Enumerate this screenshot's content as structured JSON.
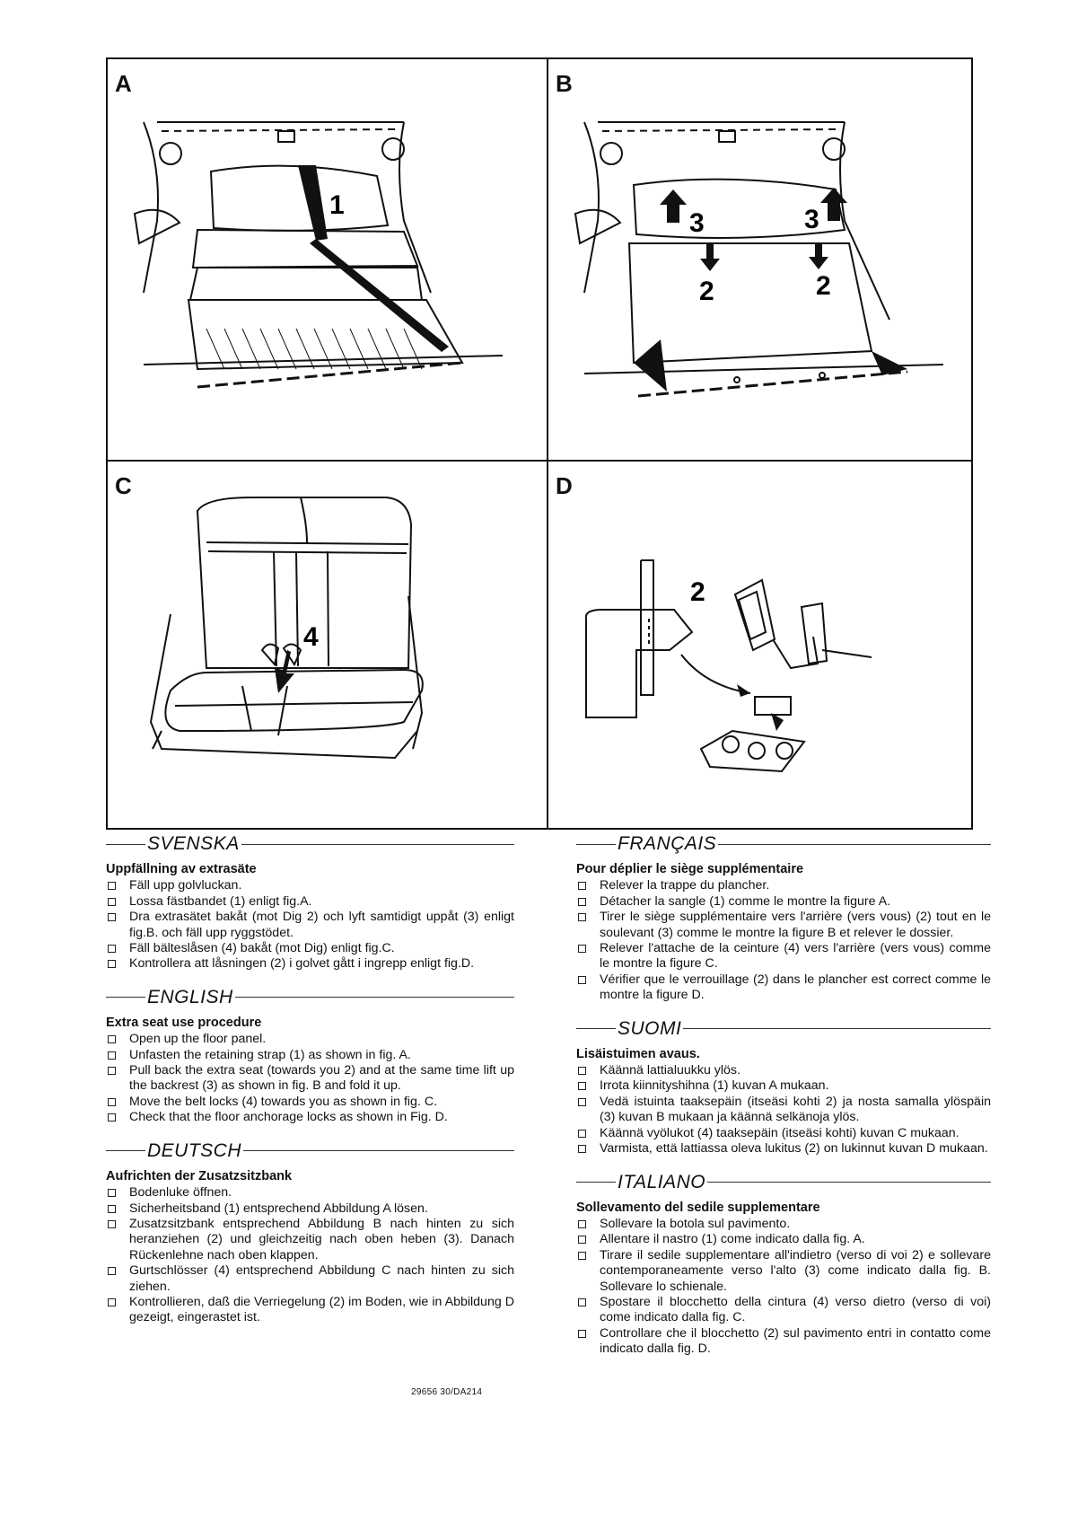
{
  "figures": {
    "panel_a": {
      "letter": "A",
      "callouts": [
        "1"
      ]
    },
    "panel_b": {
      "letter": "B",
      "callouts": [
        "3",
        "3",
        "2",
        "2"
      ]
    },
    "panel_c": {
      "letter": "C",
      "callouts": [
        "4"
      ]
    },
    "panel_d": {
      "letter": "D",
      "callouts": [
        "2"
      ]
    }
  },
  "sections": {
    "svenska": {
      "language": "SVENSKA",
      "title": "Uppfällning av extrasäte",
      "steps": [
        "Fäll upp golvluckan.",
        "Lossa fästbandet (1) enligt fig.A.",
        "Dra extrasätet bakåt (mot Dig 2) och lyft samtidigt uppåt (3) enligt fig.B. och fäll upp ryggstödet.",
        "Fäll bälteslåsen (4) bakåt (mot Dig) enligt fig.C.",
        "Kontrollera att låsningen (2) i golvet gått i ingrepp enligt fig.D."
      ]
    },
    "english": {
      "language": "ENGLISH",
      "title": "Extra seat use procedure",
      "steps": [
        "Open up the floor panel.",
        "Unfasten the retaining strap (1) as shown in fig. A.",
        "Pull back the extra seat (towards you 2) and at the same time lift up the backrest (3) as shown in fig. B and fold it up.",
        "Move the belt locks (4) towards you as shown in fig. C.",
        "Check that the floor anchorage locks as shown in Fig. D."
      ]
    },
    "deutsch": {
      "language": "DEUTSCH",
      "title": "Aufrichten der Zusatzsitzbank",
      "steps": [
        "Bodenluke öffnen.",
        "Sicherheitsband (1) entsprechend Abbildung A lösen.",
        "Zusatzsitzbank entsprechend Abbildung B nach hinten zu sich heranziehen (2) und gleichzeitig nach oben heben (3). Danach Rückenlehne nach oben klappen.",
        "Gurtschlösser (4) entsprechend Abbildung C nach hinten zu sich ziehen.",
        "Kontrollieren, daß die Verriegelung (2) im Boden, wie in Abbildung D gezeigt, eingerastet ist."
      ]
    },
    "francais": {
      "language": "FRANÇAIS",
      "title": "Pour déplier le siège supplémentaire",
      "steps": [
        "Relever la trappe du plancher.",
        "Détacher la sangle (1) comme le montre la figure A.",
        "Tirer le siège supplémentaire vers l'arrière (vers vous) (2) tout en le soulevant (3) comme le montre la figure B et relever le dossier.",
        "Relever l'attache de la ceinture (4) vers l'arrière (vers vous) comme le montre la figure C.",
        "Vérifier que le verrouillage (2) dans le plancher est correct comme le montre la figure D."
      ]
    },
    "suomi": {
      "language": "SUOMI",
      "title": "Lisäistuimen avaus.",
      "steps": [
        "Käännä lattialuukku ylös.",
        "Irrota kiinnityshihna (1) kuvan A mukaan.",
        "Vedä istuinta taaksepäin (itseäsi kohti 2) ja nosta samalla ylöspäin (3) kuvan B mukaan ja käännä selkänoja ylös.",
        "Käännä vyölukot (4) taaksepäin (itseäsi kohti) kuvan C mukaan.",
        "Varmista, että lattiassa oleva lukitus (2) on lukinnut kuvan D mukaan."
      ]
    },
    "italiano": {
      "language": "ITALIANO",
      "title": "Sollevamento del sedile supplementare",
      "steps": [
        "Sollevare la botola sul pavimento.",
        "Allentare il nastro (1) come indicato dalla fig. A.",
        "Tirare il sedile supplementare all'indietro (verso di voi 2) e sollevare contemporaneamente verso l'alto (3) come indicato dalla fig. B. Sollevare lo schienale.",
        "Spostare il blocchetto della cintura (4) verso dietro (verso di voi) come indicato dalla fig. C.",
        "Controllare che il blocchetto (2) sul pavimento entri in contatto come indicato dalla fig. D."
      ]
    }
  },
  "document_code": "29656 30/DA214"
}
